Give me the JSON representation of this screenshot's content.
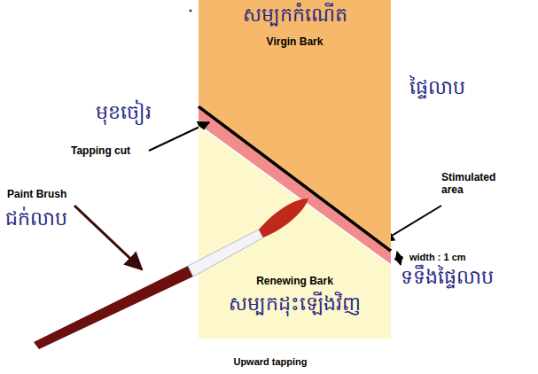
{
  "diagram": {
    "caption": "Upward tapping",
    "nodes": [
      {
        "text": [
          "សម្បកកំណើត",
          "Virgin Bark"
        ]
      },
      {
        "text": [
          "Renewing Bark",
          "សម្បកដុះឡើងវិញ"
        ]
      }
    ],
    "labels": [
      "មុខចៀរ",
      "Tapping cut",
      "ផ្ទៃលាប",
      "Stimulated area",
      "Paint Brush",
      "ជក់លាប",
      "width : 1 cm",
      "ទទឹងផ្ទៃលាប"
    ]
  }
}
